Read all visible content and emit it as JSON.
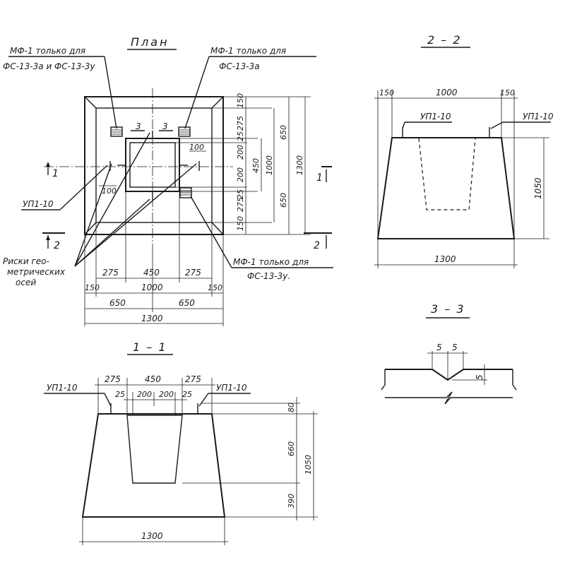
{
  "plan": {
    "title": "План",
    "note_mf1_both": [
      "МФ-1 только для",
      "ФС-13-3а  и ФС-13-3у"
    ],
    "note_mf1_3a": [
      "МФ-1 только для",
      "ФС-13-3а"
    ],
    "note_mf1_3u": [
      "МФ-1 только для",
      "ФС-13-3у."
    ],
    "note_risks": [
      "Риски гео-",
      "метрических",
      "осей"
    ],
    "label_up": "УП1-10",
    "section_mark_3": "3",
    "section_mark_1": "1",
    "section_mark_2": "2",
    "dim_100_top": "100",
    "dim_100_left": "100",
    "dims_bottom_row1": [
      "275",
      "450",
      "275"
    ],
    "dims_bottom_row2": [
      "150",
      "1000",
      "150"
    ],
    "dims_bottom_row3": [
      "650",
      "650"
    ],
    "dim_bottom_total": "1300",
    "dims_right_col1": [
      "150",
      "275",
      "25",
      "200",
      "200",
      "25",
      "275",
      "150"
    ],
    "dim_right_450": "450",
    "dim_right_1000": "1000",
    "dims_right_col3": [
      "650",
      "650"
    ],
    "dim_right_total": "1300"
  },
  "section_1_1": {
    "title": "1 – 1",
    "label_left": "УП1-10",
    "label_right": "УП1-10",
    "dims_top_row1": [
      "275",
      "450",
      "275"
    ],
    "dims_top_row2": [
      "25",
      "200",
      "200",
      "25"
    ],
    "dims_right": [
      "80",
      "660",
      "390"
    ],
    "dim_right_total": "1050",
    "dim_bottom": "1300"
  },
  "section_2_2": {
    "title": "2 – 2",
    "label_left": "УП1-10",
    "label_right": "УП1-10",
    "dims_top": [
      "150",
      "1000",
      "150"
    ],
    "dim_height": "1050",
    "dim_bottom": "1300"
  },
  "section_3_3": {
    "title": "3 – 3",
    "dims_top": [
      "5",
      "5"
    ],
    "dim_depth": "5"
  }
}
